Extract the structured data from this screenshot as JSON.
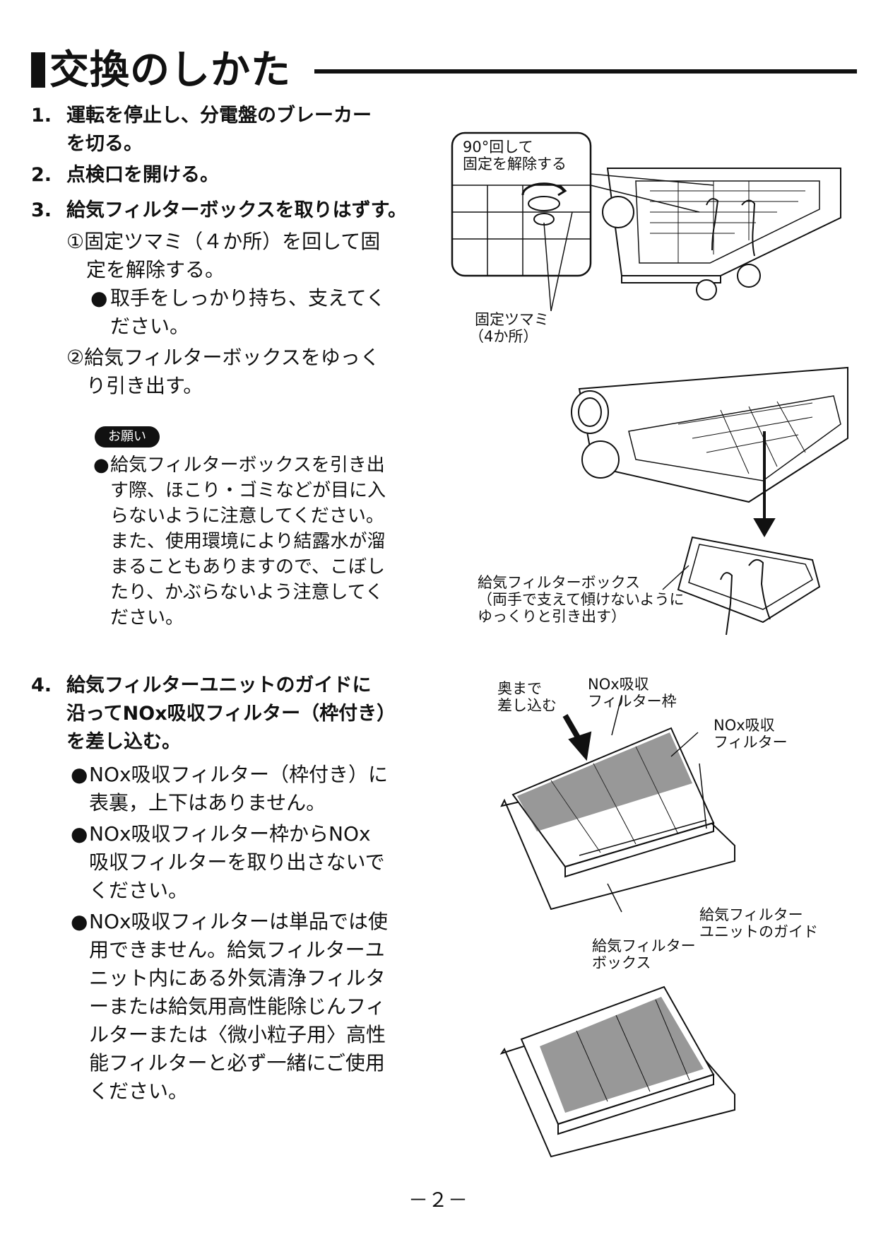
{
  "header": {
    "title": "交換のしかた"
  },
  "steps": [
    {
      "num": "1.",
      "line1": "運転を停止し、分電盤のブレーカー",
      "line2": "を切る。"
    },
    {
      "num": "2.",
      "line1": "点検口を開ける。"
    },
    {
      "num": "3.",
      "line1": "給気フィルターボックスを取りはずす。"
    },
    {
      "num": "4.",
      "line1": "給気フィルターユニットのガイドに",
      "line2": "沿ってNOx吸収フィルター（枠付き）",
      "line3": "を差し込む。"
    }
  ],
  "step3_sub": {
    "a_line1": "①固定ツマミ（４か所）を回して固",
    "a_line2": "定を解除する。",
    "bullet_line1": "取手をしっかり持ち、支えてく",
    "bullet_line2": "ださい。",
    "b_line1": "②給気フィルターボックスをゆっく",
    "b_line2": "り引き出す。"
  },
  "request": {
    "badge": "お願い",
    "lines": [
      "給気フィルターボックスを引き出",
      "す際、ほこり・ゴミなどが目に入",
      "らないように注意してください。",
      "また、使用環境により結露水が溜",
      "まることもありますので、こぼし",
      "たり、かぶらないよう注意してく",
      "ださい。"
    ]
  },
  "step4_notes": [
    {
      "lines": [
        "NOx吸収フィルター（枠付き）に",
        "表裏，上下はありません。"
      ]
    },
    {
      "lines": [
        "NOx吸収フィルター枠からNOx",
        "吸収フィルターを取り出さないで",
        "ください。"
      ]
    },
    {
      "lines": [
        "NOx吸収フィルターは単品では使",
        "用できません。給気フィルターユ",
        "ニット内にある外気清浄フィルタ",
        "ーまたは給気用高性能除じんフィ",
        "ルターまたは〈微小粒子用〉高性",
        "能フィルターと必ず一緒にご使用",
        "ください。"
      ]
    }
  ],
  "figure_labels": {
    "rotate_line1": "90°回して",
    "rotate_line2": "固定を解除する",
    "knob_line1": "固定ツマミ",
    "knob_line2": "（4か所）",
    "box_line1": "給気フィルターボックス",
    "box_line2": "（両手で支えて傾けないように",
    "box_line3": "ゆっくりと引き出す）",
    "insert_line1": "奥まで",
    "insert_line2": "差し込む",
    "frame_line1": "NOx吸収",
    "frame_line2": "フィルター枠",
    "filter_line1": "NOx吸収",
    "filter_line2": "フィルター",
    "guide_line1": "給気フィルター",
    "guide_line2": "ユニットのガイド",
    "fbox_line1": "給気フィルター",
    "fbox_line2": "ボックス"
  },
  "footer": {
    "page": "－２－"
  }
}
